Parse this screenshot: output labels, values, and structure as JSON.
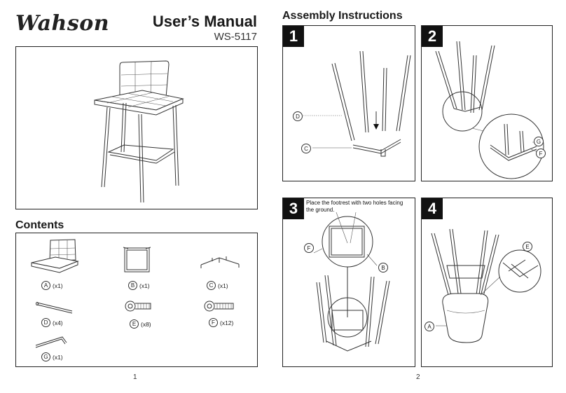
{
  "brand": "Wahson",
  "header": {
    "title": "User’s Manual",
    "model": "WS-5117"
  },
  "contents": {
    "title": "Contents",
    "parts": [
      {
        "letter": "A",
        "qty": "(x1)"
      },
      {
        "letter": "B",
        "qty": "(x1)"
      },
      {
        "letter": "C",
        "qty": "(x1)"
      },
      {
        "letter": "D",
        "qty": "(x4)"
      },
      {
        "letter": "E",
        "qty": "(x8)"
      },
      {
        "letter": "F",
        "qty": "(x12)"
      },
      {
        "letter": "G",
        "qty": "(x1)"
      }
    ]
  },
  "assembly": {
    "title": "Assembly Instructions",
    "steps": [
      {
        "number": "1",
        "callouts": [
          "D",
          "C"
        ]
      },
      {
        "number": "2",
        "callouts": [
          "G",
          "F"
        ]
      },
      {
        "number": "3",
        "note": "Place the footrest with two holes facing the ground.",
        "callouts": [
          "F",
          "B"
        ]
      },
      {
        "number": "4",
        "callouts": [
          "E",
          "A"
        ]
      }
    ]
  },
  "pages": {
    "left": "1",
    "right": "2"
  },
  "icons": [
    "bar-stool-illustration",
    "seat-cushion-icon",
    "footrest-icon",
    "bracket-icon",
    "leg-tube-icon",
    "bolt-icon",
    "allen-key-icon"
  ]
}
